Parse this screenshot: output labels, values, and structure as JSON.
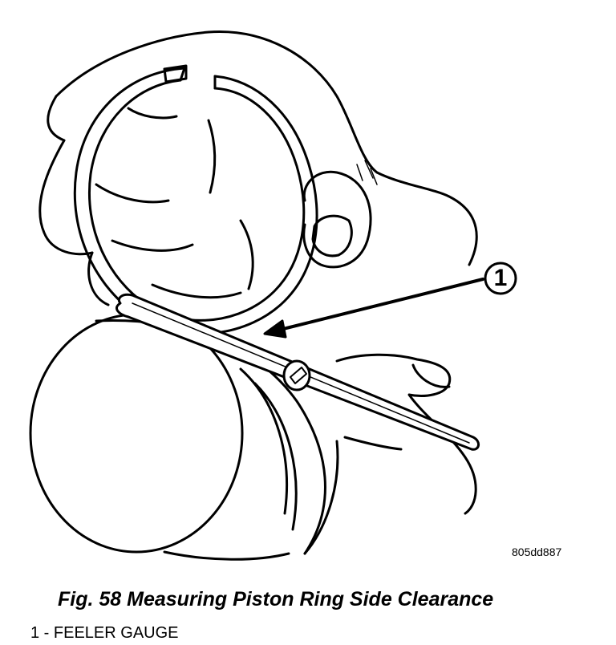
{
  "figure": {
    "callout_number": "1",
    "image_code": "805dd887",
    "caption": "Fig. 58 Measuring Piston Ring Side Clearance",
    "legend": [
      {
        "text": "1 - FEELER GAUGE"
      }
    ]
  }
}
